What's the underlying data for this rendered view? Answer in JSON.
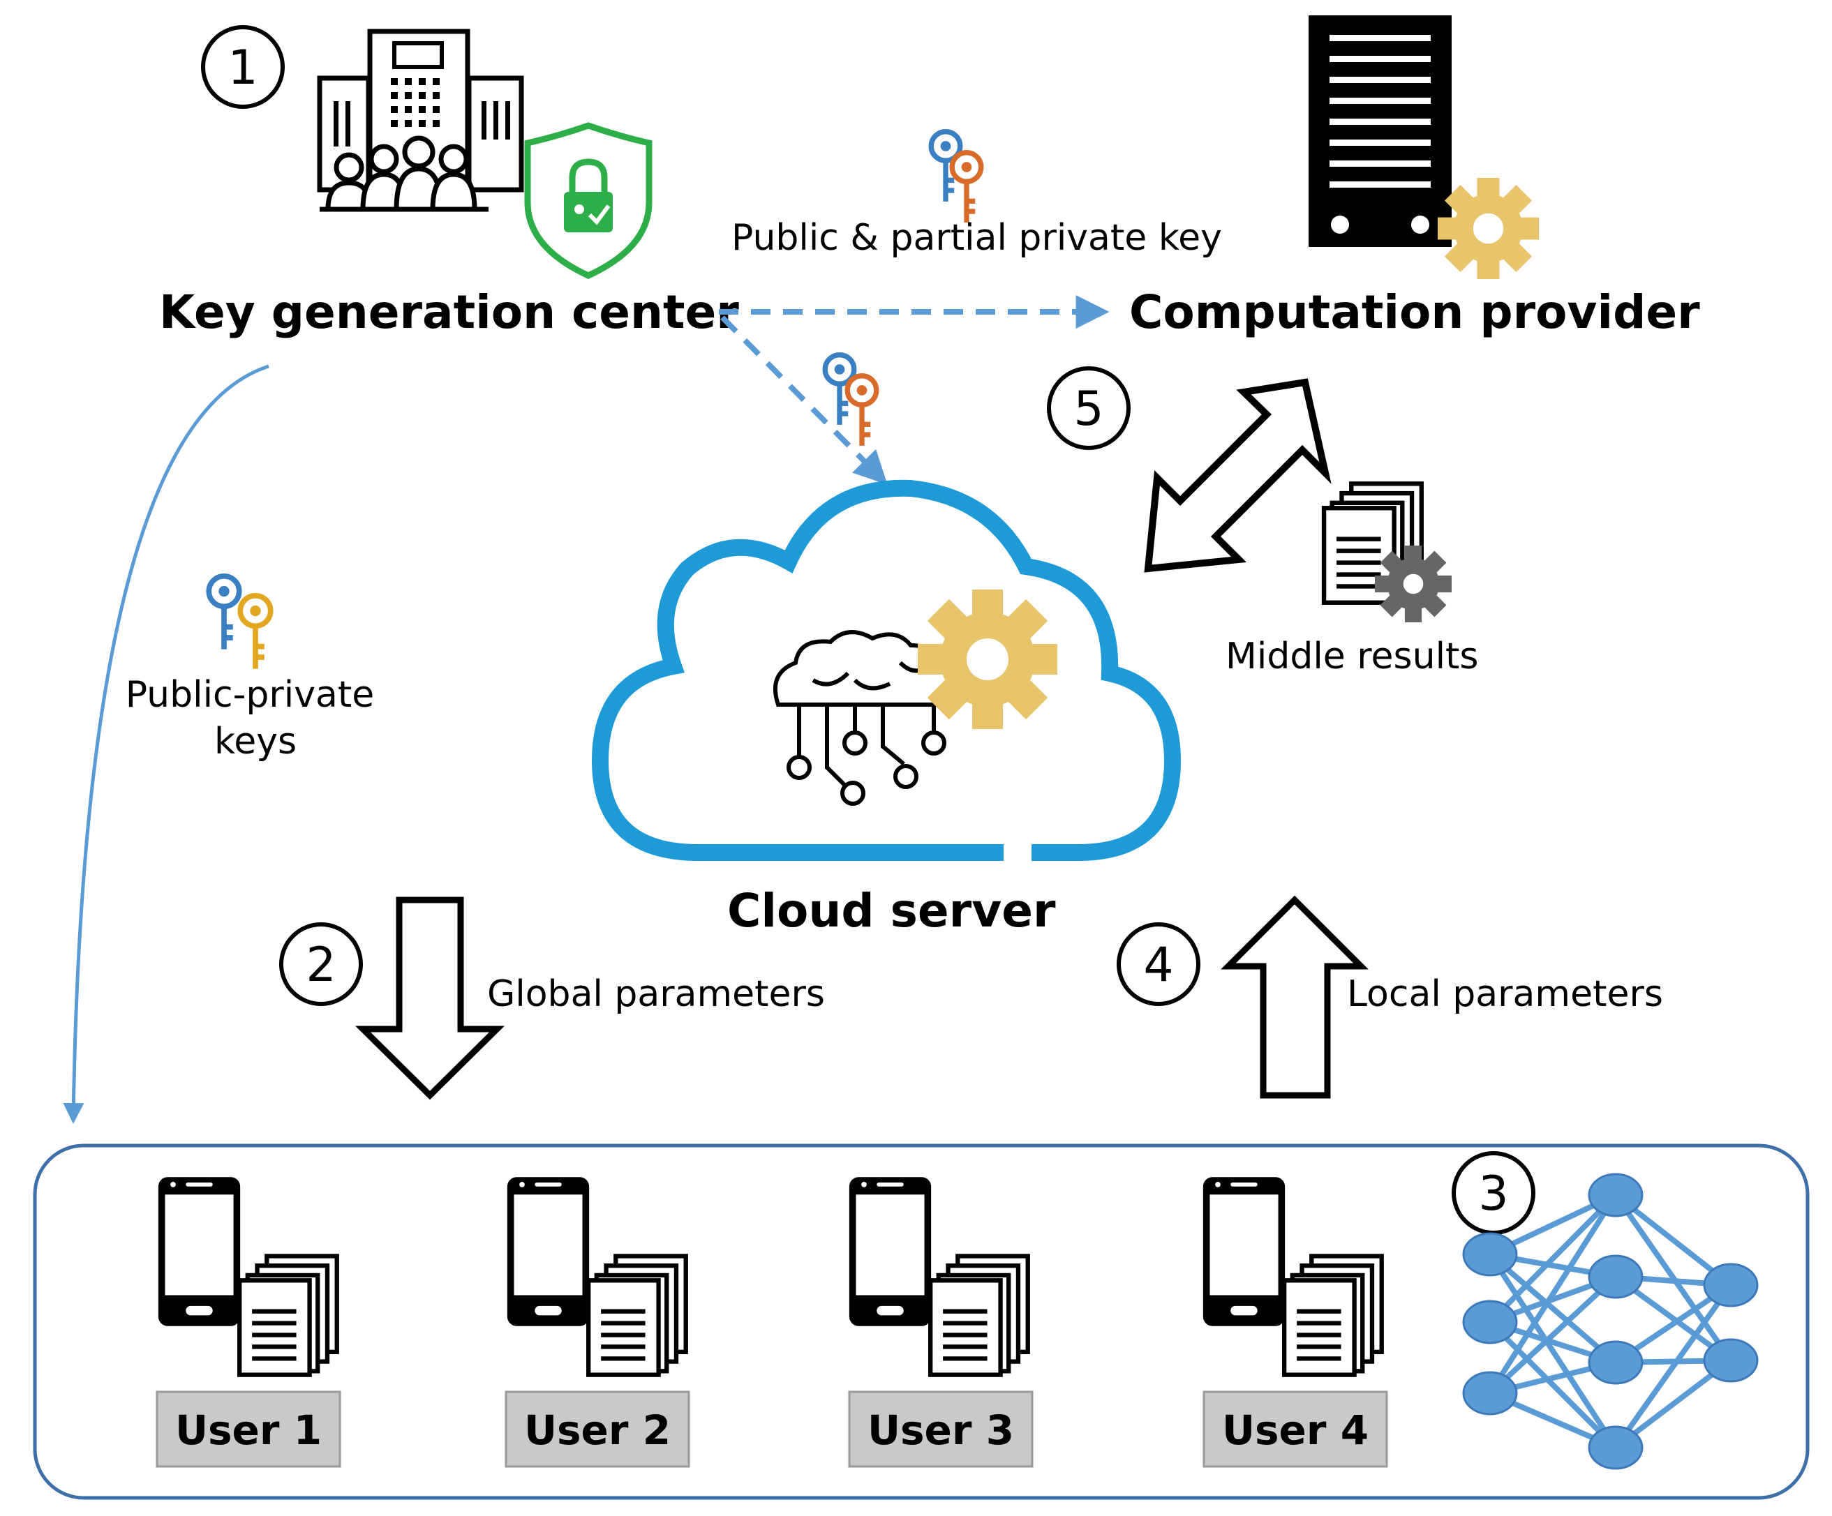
{
  "nodes": {
    "key_center": "Key generation center",
    "computation_provider": "Computation provider",
    "cloud_server": "Cloud server"
  },
  "labels": {
    "public_partial_key": "Public & partial private key",
    "public_private_keys_line1": "Public-private",
    "public_private_keys_line2": "keys",
    "middle_results": "Middle results",
    "global_parameters": "Global parameters",
    "local_parameters": "Local parameters"
  },
  "steps": [
    "1",
    "2",
    "3",
    "4",
    "5"
  ],
  "users": [
    "User 1",
    "User 2",
    "User 3",
    "User 4"
  ],
  "icons": {
    "building": "building-icon",
    "shield": "shield-lock-icon",
    "server": "server-icon",
    "gear": "gear-icon",
    "cloud": "cloud-icon",
    "brain": "brain-circuit-icon",
    "keys": "key-pair-icon",
    "documents": "document-stack-icon",
    "phone": "smartphone-icon",
    "network": "neural-network-icon"
  },
  "colors": {
    "blue_line": "#5b9bd5",
    "cloud_blue": "#1e9ad6",
    "gear_yellow": "#e8c46a",
    "shield_green": "#2eae48",
    "key_blue": "#3a7fc1",
    "key_orange": "#d86a2a",
    "key_yellow": "#e3a621",
    "user_box_fill": "#c9c9c9",
    "network_node": "#5b9bd5"
  }
}
